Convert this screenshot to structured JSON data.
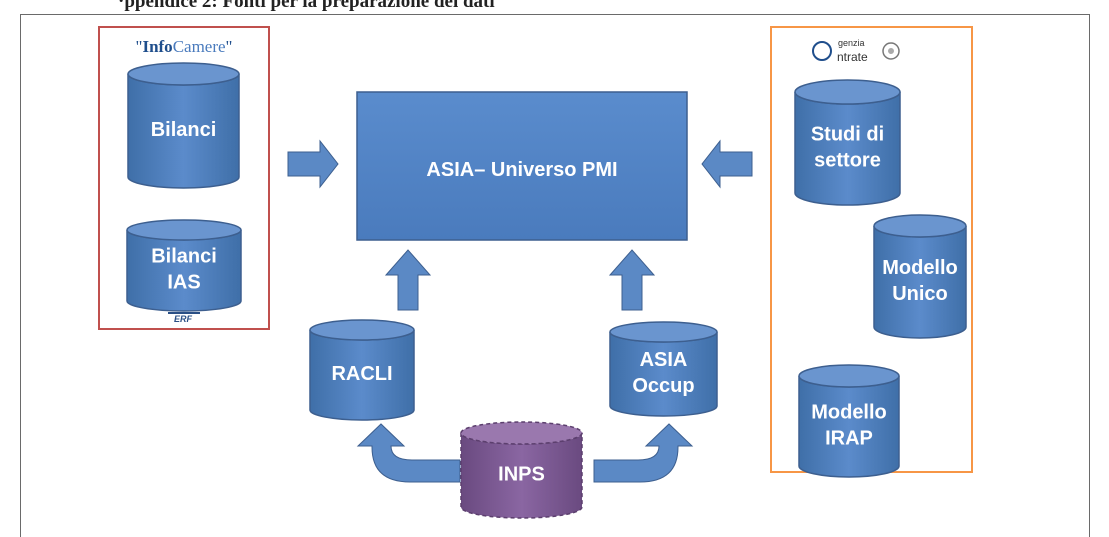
{
  "header": {
    "text": "·ppendice 2: Fonti per la preparazione dei dati"
  },
  "left_panel": {
    "brand_quote_open": "\"",
    "brand_bold": "Info",
    "brand_rest": "Camere",
    "brand_quote_close": "\"",
    "db1": [
      "Bilanci"
    ],
    "db2": [
      "Bilanci",
      "IAS"
    ]
  },
  "center": {
    "main_box": "ASIA– Universo PMI",
    "racli": [
      "RACLI"
    ],
    "asia_occup": [
      "ASIA",
      "Occup"
    ],
    "inps": [
      "INPS"
    ]
  },
  "right_panel": {
    "brand_top": "genzia",
    "brand_bottom": "ntrate",
    "db1": [
      "Studi di",
      "settore"
    ],
    "db2": [
      "Modello",
      "Unico"
    ],
    "db3": [
      "Modello",
      "IRAP"
    ]
  },
  "colors": {
    "db_fill": "#4f81bd",
    "db_fill_dark": "#3f6fa8",
    "db_top": "#6a95cf",
    "db_stroke": "#3d5f8f",
    "inps_fill": "#7e5a94",
    "inps_top": "#9a78ae",
    "inps_stroke": "#5c3f6e",
    "left_border": "#c0504d",
    "right_border": "#f79646",
    "arrow_fill": "#5b89c5"
  }
}
